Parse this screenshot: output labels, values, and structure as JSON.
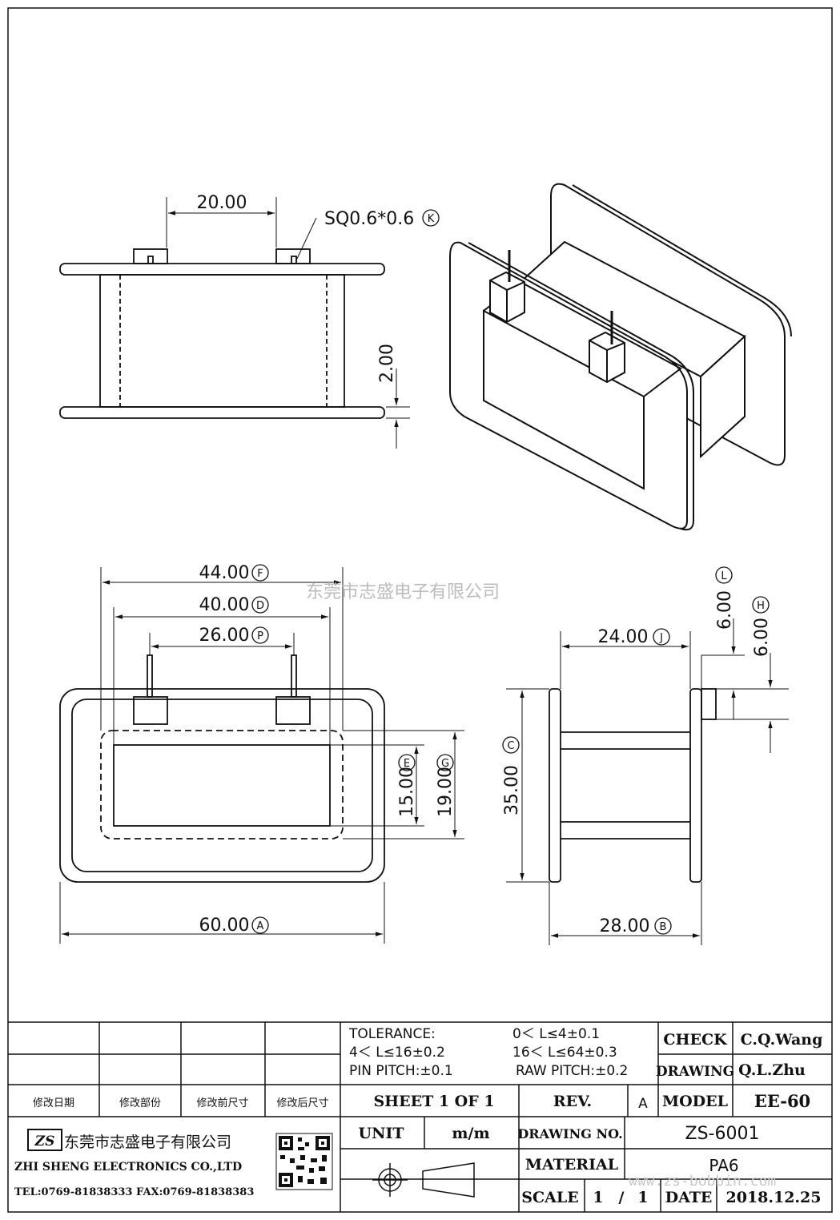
{
  "dimensions": {
    "top_pin_spacing": "20.00",
    "pin_size": "SQ0.6*0.6",
    "pin_size_tag": "K",
    "flange_thickness": "2.00",
    "overall_width_inner": "44.00",
    "overall_width_inner_tag": "F",
    "window_width": "40.00",
    "window_width_tag": "D",
    "pin_spacing": "26.00",
    "pin_spacing_tag": "P",
    "window_height": "15.00",
    "window_height_tag": "E",
    "window_height_outer": "19.00",
    "window_height_outer_tag": "G",
    "flange_width": "60.00",
    "flange_width_tag": "A",
    "winding_length": "24.00",
    "winding_length_tag": "J",
    "flange_height": "35.00",
    "flange_height_tag": "C",
    "overall_length": "28.00",
    "overall_length_tag": "B",
    "pin_length": "6.00",
    "pin_length_tag": "L",
    "pin_block": "6.00",
    "pin_block_tag": "H"
  },
  "watermark": {
    "company": "东莞市志盛电子有限公司",
    "url": "www.zs-bobbin.com"
  },
  "title_block": {
    "revision_headers": [
      "修改日期",
      "修改部份",
      "修改前尺寸",
      "修改后尺寸"
    ],
    "tolerance_label": "TOLERANCE:",
    "tolerance_1": "0＜ L≤4±0.1",
    "tolerance_2": "4＜ L≤16±0.2",
    "tolerance_3": "16＜ L≤64±0.3",
    "pin_pitch": "PIN PITCH:±0.1",
    "raw_pitch": "RAW PITCH:±0.2",
    "check_label": "CHECK",
    "check_value": "C.Q.Wang",
    "drawing_label": "DRAWING",
    "drawing_value": "Q.L.Zhu",
    "sheet": "SHEET  1  OF  1",
    "rev_label": "REV.",
    "rev_value": "A",
    "model_label": "MODEL",
    "model_value": "EE-60",
    "company_cn": "东莞市志盛电子有限公司",
    "company_en": "ZHI SHENG  ELECTRONICS CO.,LTD",
    "contact": "TEL:0769-81838333 FAX:0769-81838383",
    "logo_text": "ZS",
    "unit_label": "UNIT",
    "unit_value": "m/m",
    "drawing_no_label": "DRAWING  NO.",
    "drawing_no_value": "ZS-6001",
    "material_label": "MATERIAL",
    "material_value": "PA6",
    "scale_label": "SCALE",
    "scale_value_1": "1",
    "scale_sep": "/",
    "scale_value_2": "1",
    "date_label": "DATE",
    "date_value": "2018.12.25"
  }
}
